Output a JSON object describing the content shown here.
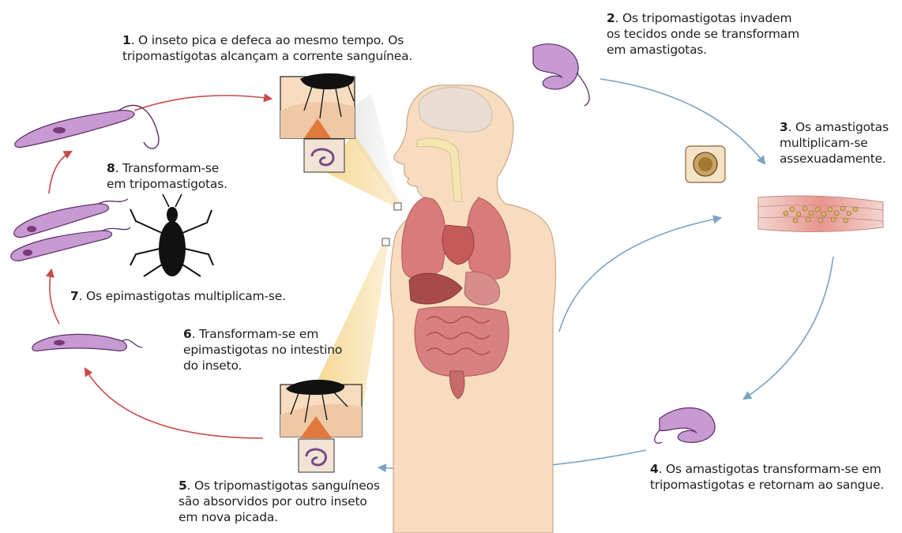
{
  "steps": [
    {
      "num": "1",
      "text": ". O inseto pica e defeca ao mesmo tempo. Os",
      "text2": "tripomastigotas alcançam a corrente sanguínea."
    },
    {
      "num": "2",
      "text": ". Os tripomastigotas invadem",
      "text2": "os tecidos onde se transformam",
      "text3": "em amastigotas."
    },
    {
      "num": "3",
      "text": ". Os amastigotas",
      "text2": "multiplicam-se",
      "text3": "assexuadamente."
    },
    {
      "num": "4",
      "text": ". Os amastigotas transformam-se em",
      "text2": "tripomastigotas e retornam ao sangue."
    },
    {
      "num": "5",
      "text": ". Os tripomastigotas sanguíneos",
      "text2": "são absorvidos por outro inseto",
      "text3": "em nova picada."
    },
    {
      "num": "6",
      "text": ". Transformam-se em",
      "text2": "epimastigotas no intestino",
      "text3": "do inseto."
    },
    {
      "num": "7",
      "text": ". Os epimastigotas multiplicam-se."
    },
    {
      "num": "8",
      "text": ". Transformam-se",
      "text2": "em tripomastigotas."
    }
  ],
  "colors": {
    "red_arrow": "#c94a4a",
    "blue_arrow": "#7aa3c4",
    "skin": "#f7dcc0",
    "skin_outline": "#c9a88a",
    "parasite": "#b58ac0",
    "parasite_dark": "#5a2e66",
    "organ_red": "#cf6b6b",
    "beam": "#f6d48a",
    "insect": "#111111"
  }
}
